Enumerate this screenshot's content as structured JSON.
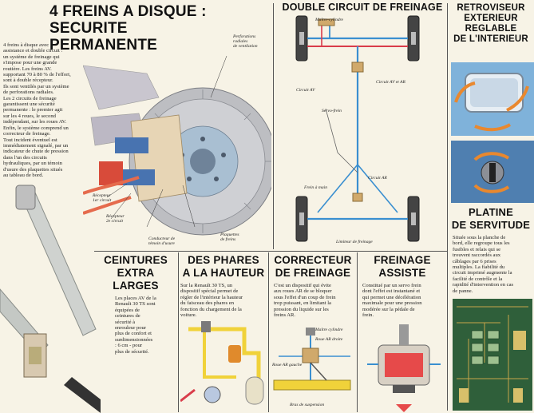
{
  "brakes": {
    "title_line1": "4 FREINS A DISQUE :",
    "title_line2": "SECURITE PERMANENTE",
    "body": [
      "4 freins à disque avec",
      "assistance et double circuit :",
      "un système de freinage qui",
      "s'impose pour une grande",
      "routière. Les freins AV.",
      "supportant 70 à 80 % de l'effort,",
      "sont à double récepteur.",
      "Ils sont ventilés par un système",
      "de perforations radiales.",
      "Les 2 circuits de freinage",
      "garantissent une sécurité",
      "permanente : le premier agit",
      "sur les 4 roues, le second",
      "indépendant, sur les roues AV.",
      "Enfin, le système comprend un",
      "correcteur de freinage.",
      "Tout incident éventuel est",
      "immédiatement signalé, par un",
      "indicateur de chute de pression",
      "dans l'un des circuits",
      "hydrauliques, par un témoin",
      "d'usure des plaquettes situés",
      "au tableau de bord."
    ],
    "label_perforations": [
      "Perforations",
      "radiales",
      "de ventilation"
    ],
    "label_recepteur1": [
      "Récepteur",
      "1er circuit"
    ],
    "label_recepteur2": [
      "Récepteur",
      "2e circuit"
    ],
    "label_conducteur": [
      "Conducteur de",
      "témoin d'usure"
    ],
    "label_plaquettes": [
      "Plaquettes",
      "de freins"
    ]
  },
  "double_circuit": {
    "title": "DOUBLE CIRCUIT DE FREINAGE",
    "label_maitre": "Maître-cylindre",
    "label_circuit_av": "Circuit AV",
    "label_circuit_av_ar": "Circuit AV et AR",
    "label_servo": "Servo-frein",
    "label_frein_main": "Frein à main",
    "label_circuit_ar": "Circuit AR",
    "label_limiteur": "Limiteur de freinage"
  },
  "mirror": {
    "title": [
      "RETROVISEUR",
      "EXTERIEUR",
      "REGLABLE",
      "DE L'INTERIEUR"
    ]
  },
  "platine": {
    "title": [
      "PLATINE",
      "DE SERVITUDE"
    ],
    "body": [
      "Située sous la planche de",
      "bord, elle regroupe tous les",
      "fusibles et relais qui se",
      "trouvent raccordés aux",
      "câblages par 6 prises",
      "multiples. La fiabilité du",
      "circuit imprimé augmente la",
      "facilité de contrôle et la",
      "rapidité d'intervention en cas",
      "de panne."
    ]
  },
  "belts": {
    "title": [
      "CEINTURES",
      "EXTRA",
      "LARGES"
    ],
    "body": [
      "Les places AV de la",
      "Renault 30 TS sont",
      "équipées de",
      "ceintures de",
      "sécurité à",
      "enrouleur pour",
      "plus de confort et",
      "surdimensionnées",
      ": 6 cm - pour",
      "plus de sécurité."
    ]
  },
  "headlights": {
    "title": [
      "DES PHARES",
      "A LA HAUTEUR"
    ],
    "body": [
      "Sur la Renault 30 TS, un",
      "dispositif spécial permet de",
      "régler de l'intérieur la hauteur",
      "du faisceau des phares en",
      "fonction du chargement de la",
      "voiture."
    ]
  },
  "correcteur": {
    "title": [
      "CORRECTEUR",
      "DE FREINAGE"
    ],
    "body": [
      "C'est un dispositif qui évite",
      "aux roues AR de se bloquer",
      "sous l'effet d'un coup de frein",
      "trop puissant, en limitant la",
      "pression du liquide sur les",
      "freins AR."
    ],
    "label_maitre": "Maître cylindre",
    "label_roue_ar_droite": "Roue AR droite",
    "label_roue_ar_gauche": "Roue AR gauche",
    "label_bras": "Bras de suspension"
  },
  "assiste": {
    "title": [
      "FREINAGE",
      "ASSISTE"
    ],
    "body": [
      "Constitué par un servo frein",
      "dont l'effet est instantané et",
      "qui permet une décélération",
      "maximale pour une pression",
      "modérée sur la pédale de",
      "frein."
    ]
  },
  "colors": {
    "blue_line": "#3a8fd0",
    "red_line": "#d93c4a",
    "mirror_bg": "#7fb2da",
    "arrow_orange": "#e9882e",
    "yellow": "#f0d23a",
    "board_green": "#2f5f3a"
  }
}
